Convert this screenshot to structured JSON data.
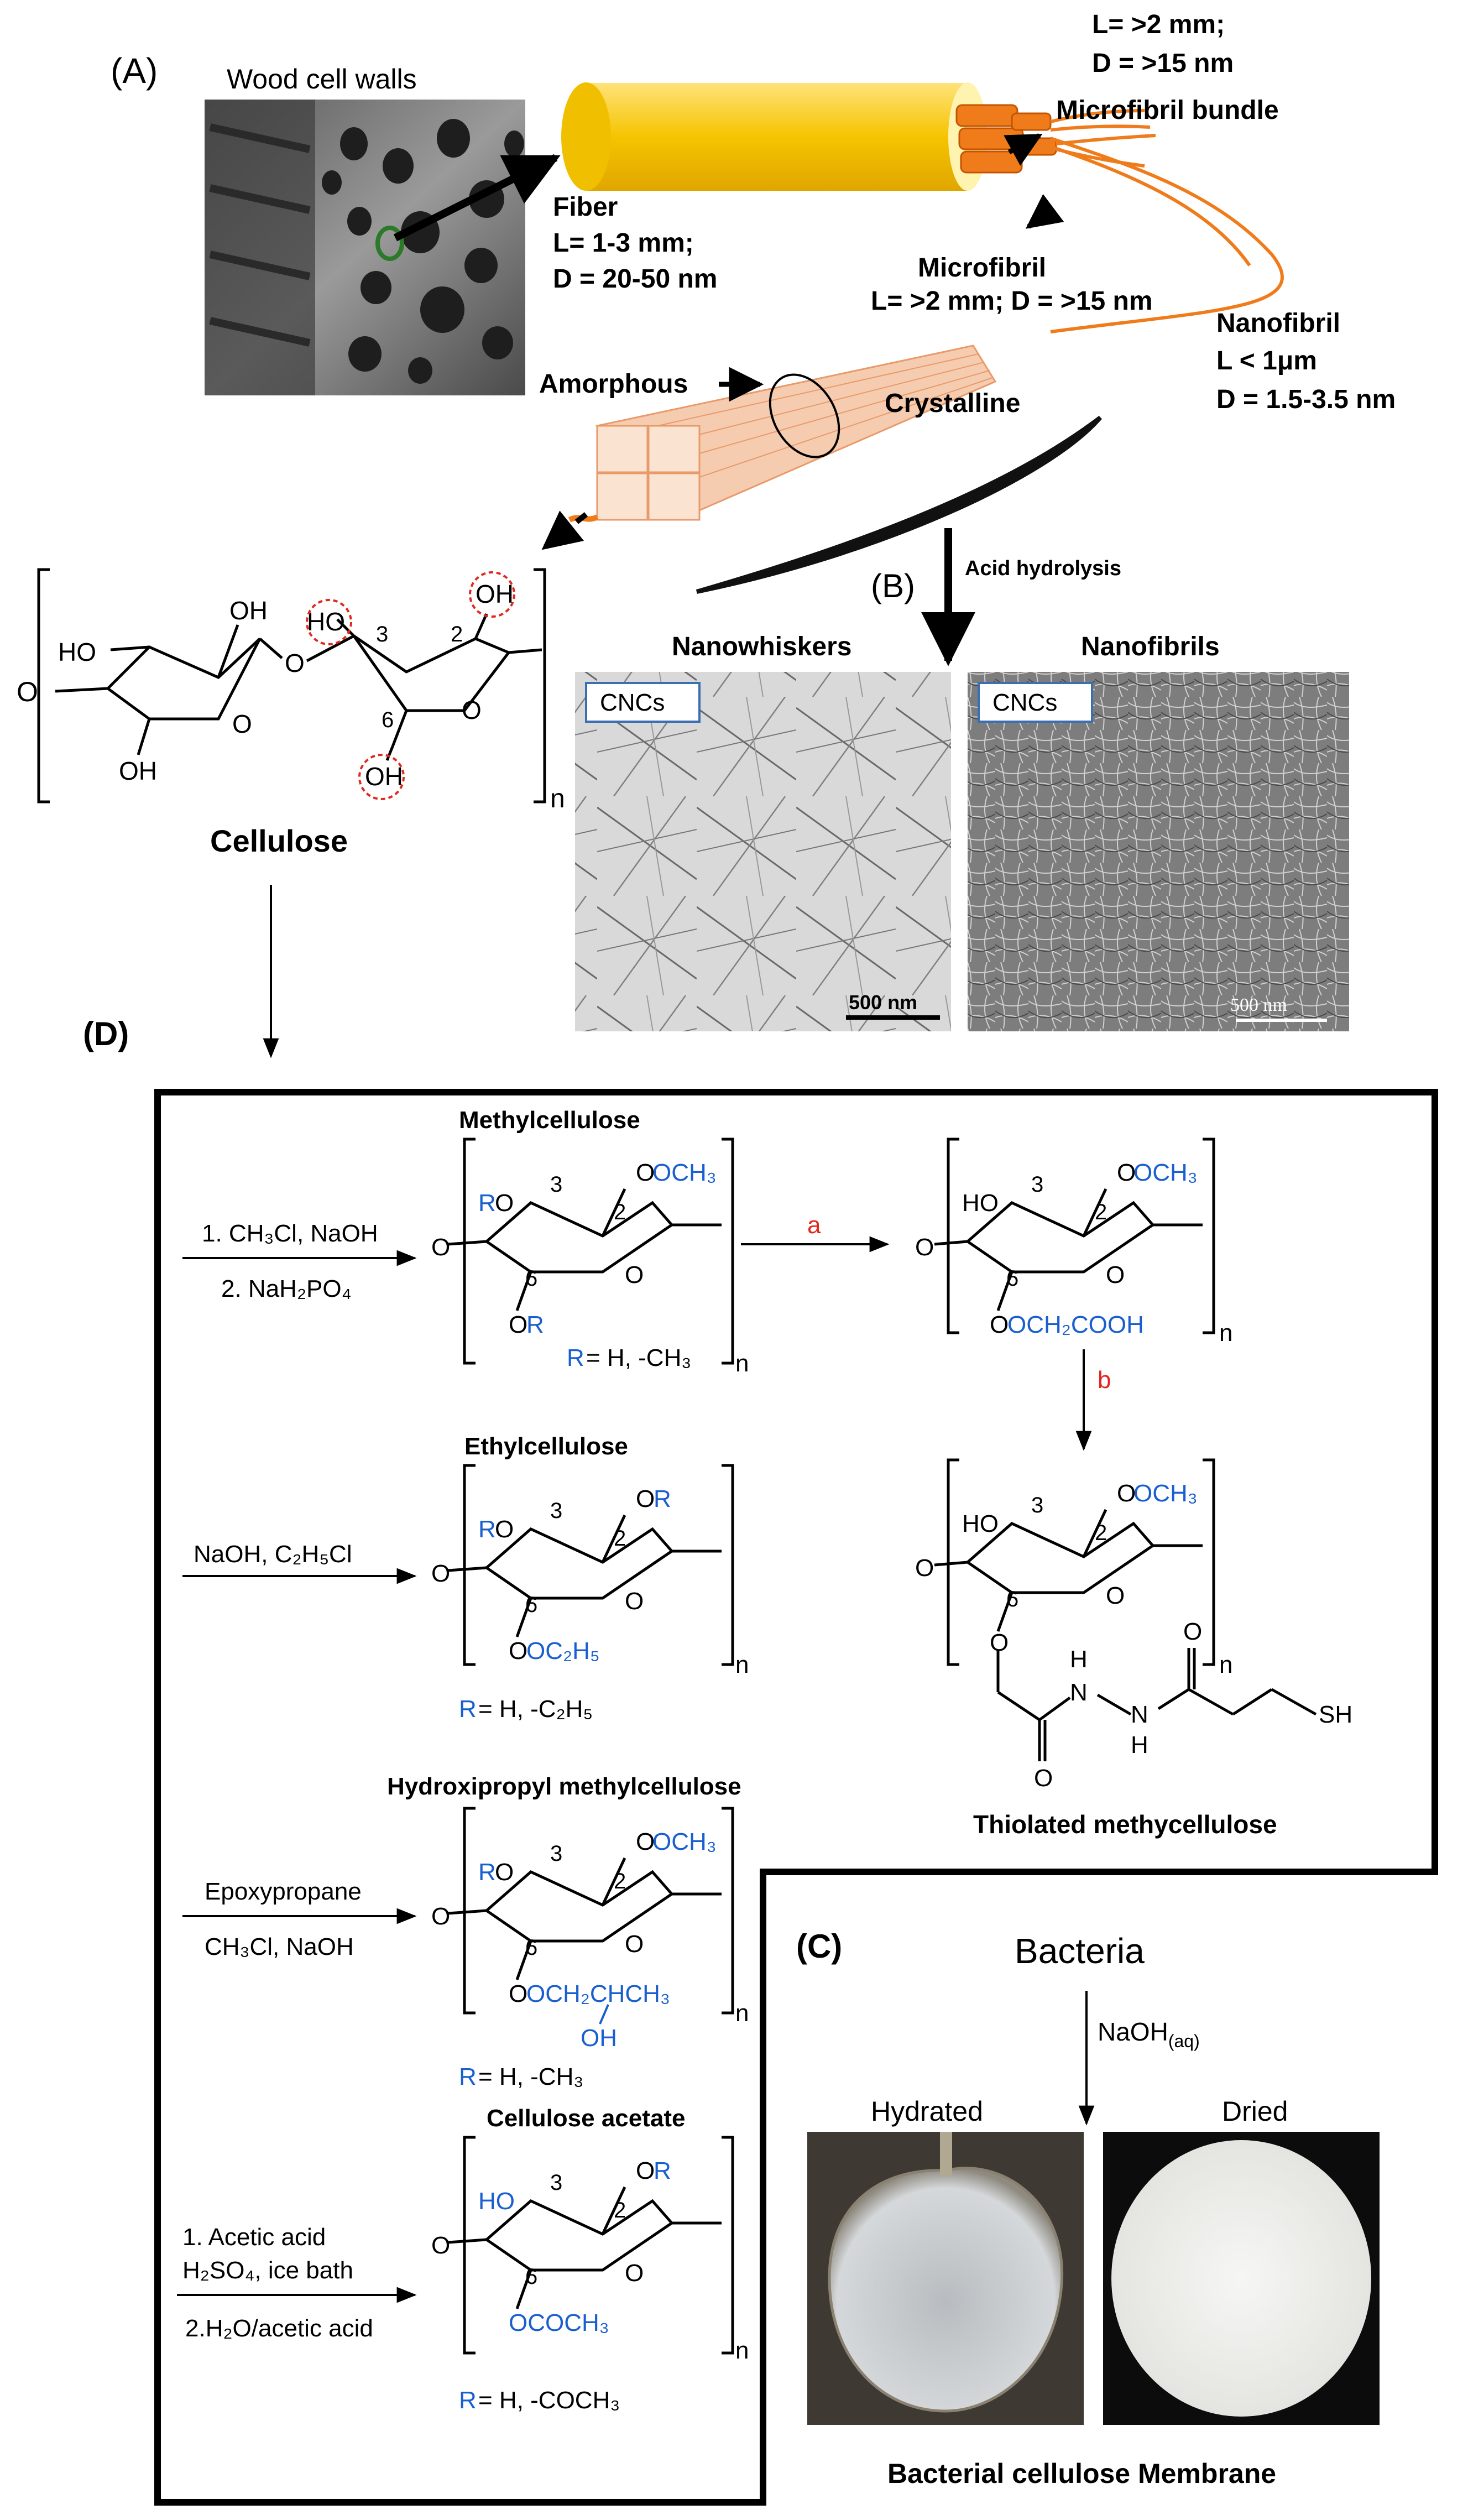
{
  "panel_a": {
    "label": "(A)",
    "wood_label": "Wood cell walls",
    "fiber": {
      "name": "Fiber",
      "l": "L= 1-3 mm;",
      "d": "D = 20-50 nm"
    },
    "top_dims": {
      "l": "L= >2 mm;",
      "d": "D = >15 nm"
    },
    "microfibril_bundle": "Microfibril bundle",
    "microfibril": {
      "name": "Microfibril",
      "dims": "L= >2 mm; D = >15 nm"
    },
    "nanofibril": {
      "name": "Nanofibril",
      "l": "L < 1μm",
      "d": "D = 1.5-3.5 nm"
    },
    "amorphous": "Amorphous",
    "crystalline": "Crystalline"
  },
  "cellulose": {
    "name": "Cellulose",
    "oh": "OH",
    "ho": "HO",
    "o": "O",
    "n": "n",
    "pos2": "2",
    "pos3": "3",
    "pos6": "6"
  },
  "panel_b": {
    "label": "(B)",
    "acid": "Acid hydrolysis",
    "nanowhiskers": "Nanowhiskers",
    "nanofibrils": "Nanofibrils",
    "cnc": "CNCs",
    "scale": "500 nm"
  },
  "panel_d": {
    "label": "(D)",
    "methyl": {
      "title": "Methylcellulose",
      "step1": "1. CH₃Cl, NaOH",
      "step2": "2. NaH₂PO₄",
      "r": "R",
      "r_def": "= H, -CH₃",
      "och3": "OCH₃",
      "or": "OR",
      "ro": "RO"
    },
    "arrow_a": "a",
    "arrow_b": "b",
    "carboxy": {
      "group": "OCH₂COOH"
    },
    "ethyl": {
      "title": "Ethylcellulose",
      "reagent": "NaOH, C₂H₅Cl",
      "group": "OC₂H₅",
      "r_def": "= H, -C₂H₅"
    },
    "thiol": {
      "title": "Thiolated methycellulose",
      "sh": "SH",
      "h": "H",
      "n_atom": "N",
      "o": "O"
    },
    "hpmc": {
      "title": "Hydroxipropyl methylcellulose",
      "reagent1": "Epoxypropane",
      "reagent2": "CH₃Cl, NaOH",
      "group": "OCH₂CHCH₃",
      "oh": "OH",
      "r_def": "= H, -CH₃"
    },
    "acetate": {
      "title": "Cellulose acetate",
      "step1": "1. Acetic acid",
      "step1b": "H₂SO₄, ice bath",
      "step2": "2.H₂O/acetic acid",
      "group": "OCOCH₃",
      "r_def": "= H, -COCH₃"
    }
  },
  "panel_c": {
    "label": "(C)",
    "bacteria": "Bacteria",
    "naoh": "NaOH",
    "naoh_sub": "(aq)",
    "hydrated": "Hydrated",
    "dried": "Dried",
    "caption": "Bacterial cellulose Membrane"
  },
  "colors": {
    "substituent": "#1a5fd0",
    "arrow_label": "#e0281c",
    "fiber": "#f5c400",
    "micro": "#f07b1a"
  }
}
